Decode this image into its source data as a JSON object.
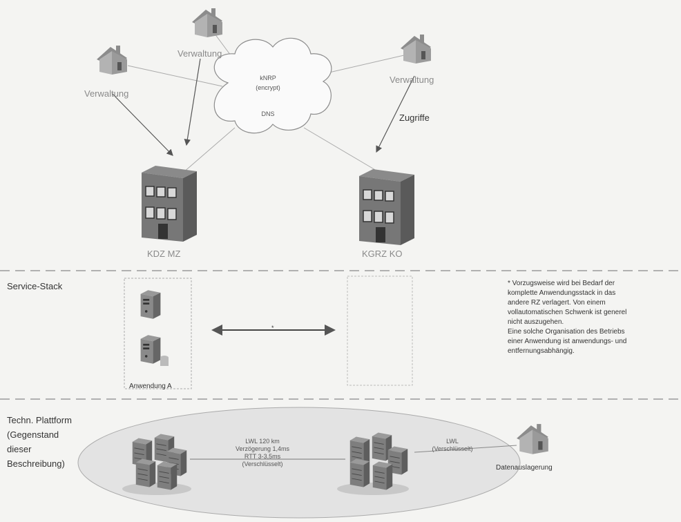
{
  "colors": {
    "background": "#f4f4f2",
    "house_body": "#a9a9a9",
    "house_roof": "#8c8c8c",
    "building": "#6d6d6d",
    "dashed_line": "#9a9a9a",
    "arrow": "#555555",
    "ellipse": "#e3e3e3"
  },
  "top": {
    "houses": [
      {
        "label": "Verwaltung",
        "icon": "house-icon"
      },
      {
        "label": "Verwaltung",
        "icon": "house-icon"
      },
      {
        "label": "Verwaltung",
        "icon": "house-icon"
      }
    ],
    "cloud": {
      "line1": "kNRP",
      "line2": "(encrypt)",
      "line3": "DNS"
    },
    "access_label": "Zugriffe",
    "datacenters": [
      {
        "label": "KDZ MZ",
        "icon": "datacenter-building-icon"
      },
      {
        "label": "KGRZ KO",
        "icon": "datacenter-building-icon"
      }
    ]
  },
  "service_stack": {
    "label": "Service-Stack",
    "app_label": "Anwendung A",
    "arrow_label": "*",
    "note": [
      "* Vorzugsweise wird bei Bedarf der",
      "komplette Anwendungsstack in das",
      "andere RZ verlagert. Von einem",
      "vollautomatischen Schwenk ist generel",
      "nicht auszugehen.",
      "Eine solche Organisation des Betriebs",
      "einer Anwendung ist anwendungs- und",
      "entfernungsabhängig."
    ]
  },
  "platform": {
    "label_lines": [
      "Techn. Plattform",
      "(Gegenstand",
      "dieser",
      "Beschreibung)"
    ],
    "link": [
      "LWL 120 km",
      "Verzögerung 1,4ms",
      "RTT 3-3,5ms",
      "(Verschlüsselt)"
    ],
    "external_link": [
      "LWL",
      "(Verschlüsselt)"
    ],
    "archive_label": "Datenauslagerung"
  }
}
